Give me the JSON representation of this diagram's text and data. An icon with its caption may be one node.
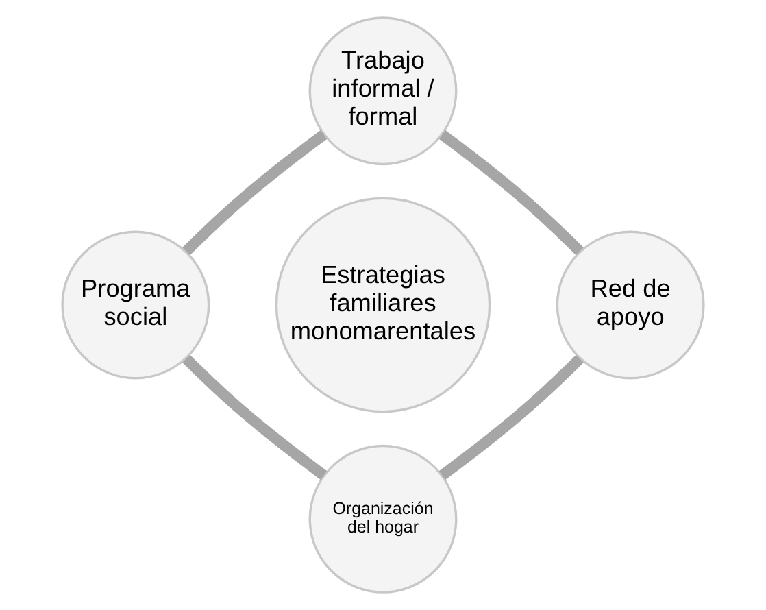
{
  "diagram": {
    "nodes": [
      {
        "text": [
          "Trabajo informal / formal"
        ]
      },
      {
        "text": [
          "Programa social"
        ]
      },
      {
        "text": [
          "Estrategias familiares monomarentales"
        ]
      },
      {
        "text": [
          "Red de apoyo"
        ]
      },
      {
        "text": [
          "Organización del hogar"
        ]
      }
    ],
    "edges": [
      {
        "from": 0,
        "to": 3,
        "arrow": "none"
      },
      {
        "from": 3,
        "to": 4,
        "arrow": "none"
      },
      {
        "from": 4,
        "to": 1,
        "arrow": "none"
      },
      {
        "from": 1,
        "to": 0,
        "arrow": "none"
      }
    ]
  }
}
